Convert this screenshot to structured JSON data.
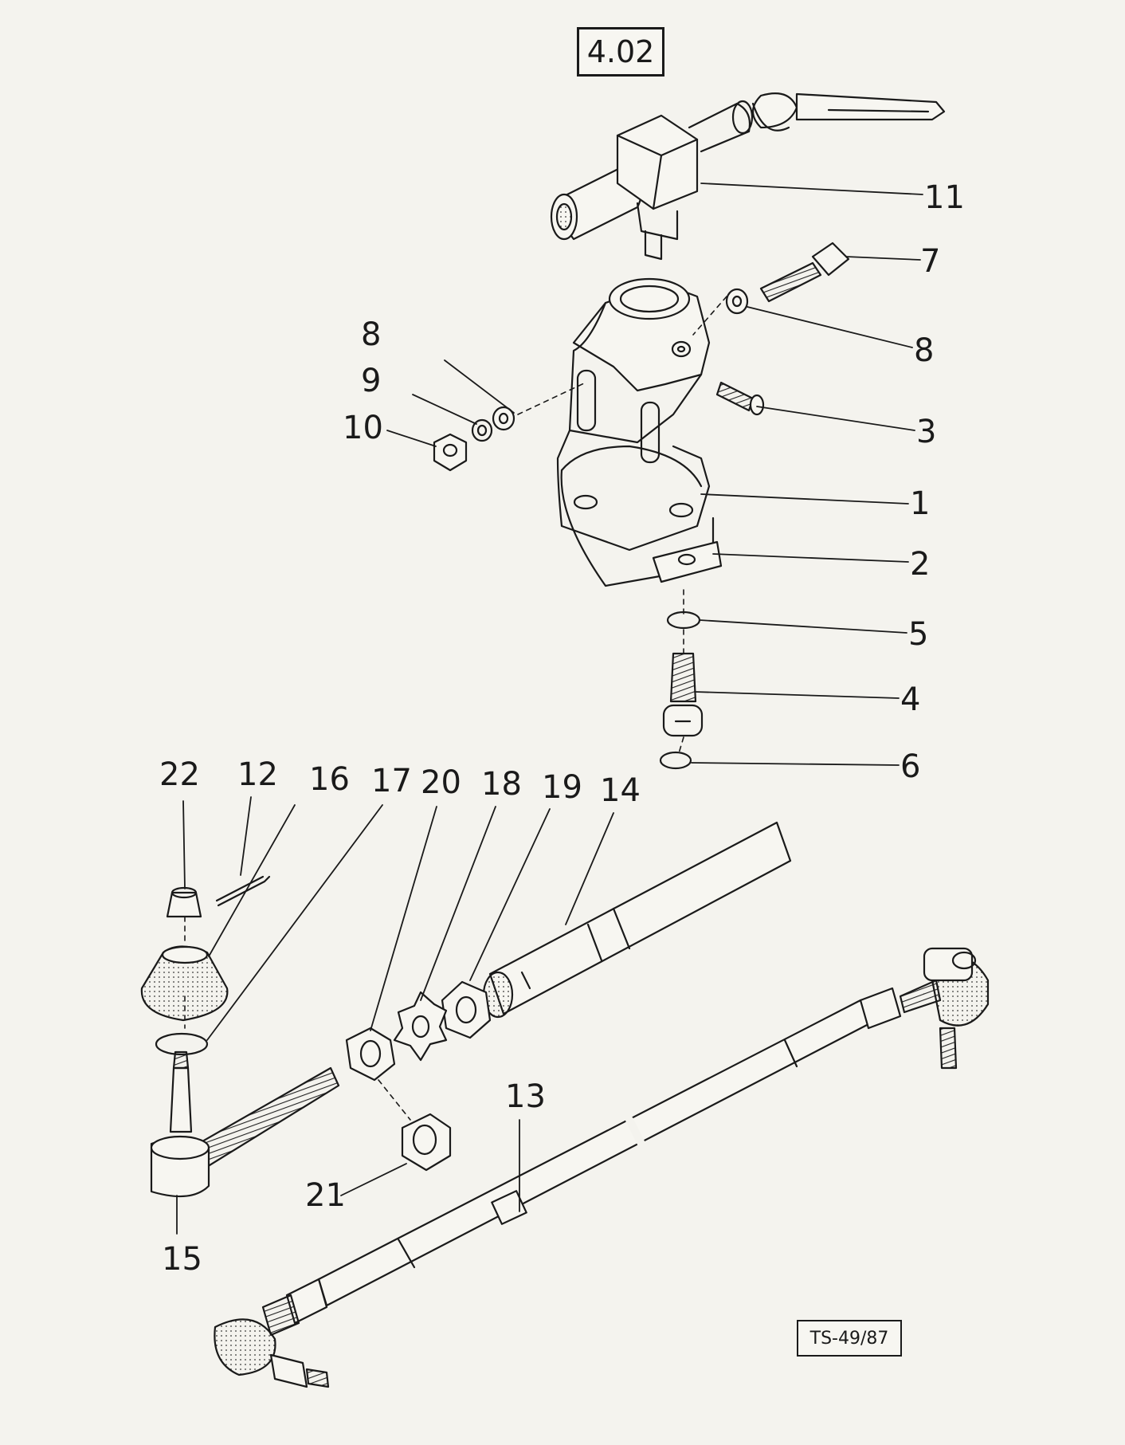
{
  "figure_number": "4.02",
  "drawing_ref": "TS-49/87",
  "callouts": [
    {
      "id": "c11",
      "text": "11"
    },
    {
      "id": "c7",
      "text": "7"
    },
    {
      "id": "c8r",
      "text": "8"
    },
    {
      "id": "c3",
      "text": "3"
    },
    {
      "id": "c1",
      "text": "1"
    },
    {
      "id": "c2",
      "text": "2"
    },
    {
      "id": "c5",
      "text": "5"
    },
    {
      "id": "c4",
      "text": "4"
    },
    {
      "id": "c6",
      "text": "6"
    },
    {
      "id": "c8l",
      "text": "8"
    },
    {
      "id": "c9",
      "text": "9"
    },
    {
      "id": "c10",
      "text": "10"
    },
    {
      "id": "c22",
      "text": "22"
    },
    {
      "id": "c12",
      "text": "12"
    },
    {
      "id": "c16",
      "text": "16"
    },
    {
      "id": "c17",
      "text": "17"
    },
    {
      "id": "c20",
      "text": "20"
    },
    {
      "id": "c18",
      "text": "18"
    },
    {
      "id": "c19",
      "text": "19"
    },
    {
      "id": "c14",
      "text": "14"
    },
    {
      "id": "c13",
      "text": "13"
    },
    {
      "id": "c21",
      "text": "21"
    },
    {
      "id": "c15",
      "text": "15"
    }
  ],
  "colors": {
    "ink": "#1a1a1a",
    "paper": "#f4f3ee"
  }
}
